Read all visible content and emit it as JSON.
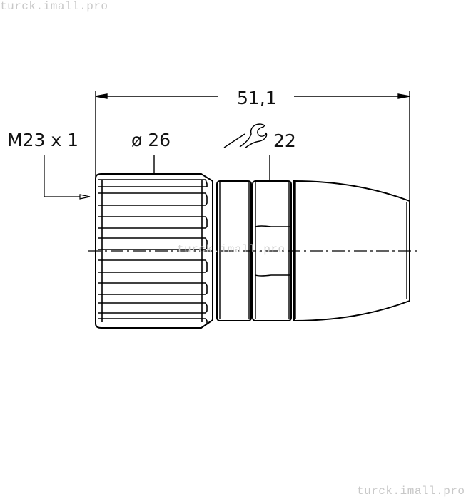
{
  "watermarks": {
    "top": "turck.imall.pro",
    "middle": "turck.imall.pro",
    "bottom": "turck.imall.pro"
  },
  "dimensions": {
    "overall_length": "51,1",
    "thread": "M23 x 1",
    "diameter": "ø 26",
    "wrench_size": "22"
  },
  "icons": {
    "wrench": "wrench-icon"
  },
  "colors": {
    "line": "#000000",
    "background": "#ffffff",
    "watermark": "#c8c8c8"
  }
}
